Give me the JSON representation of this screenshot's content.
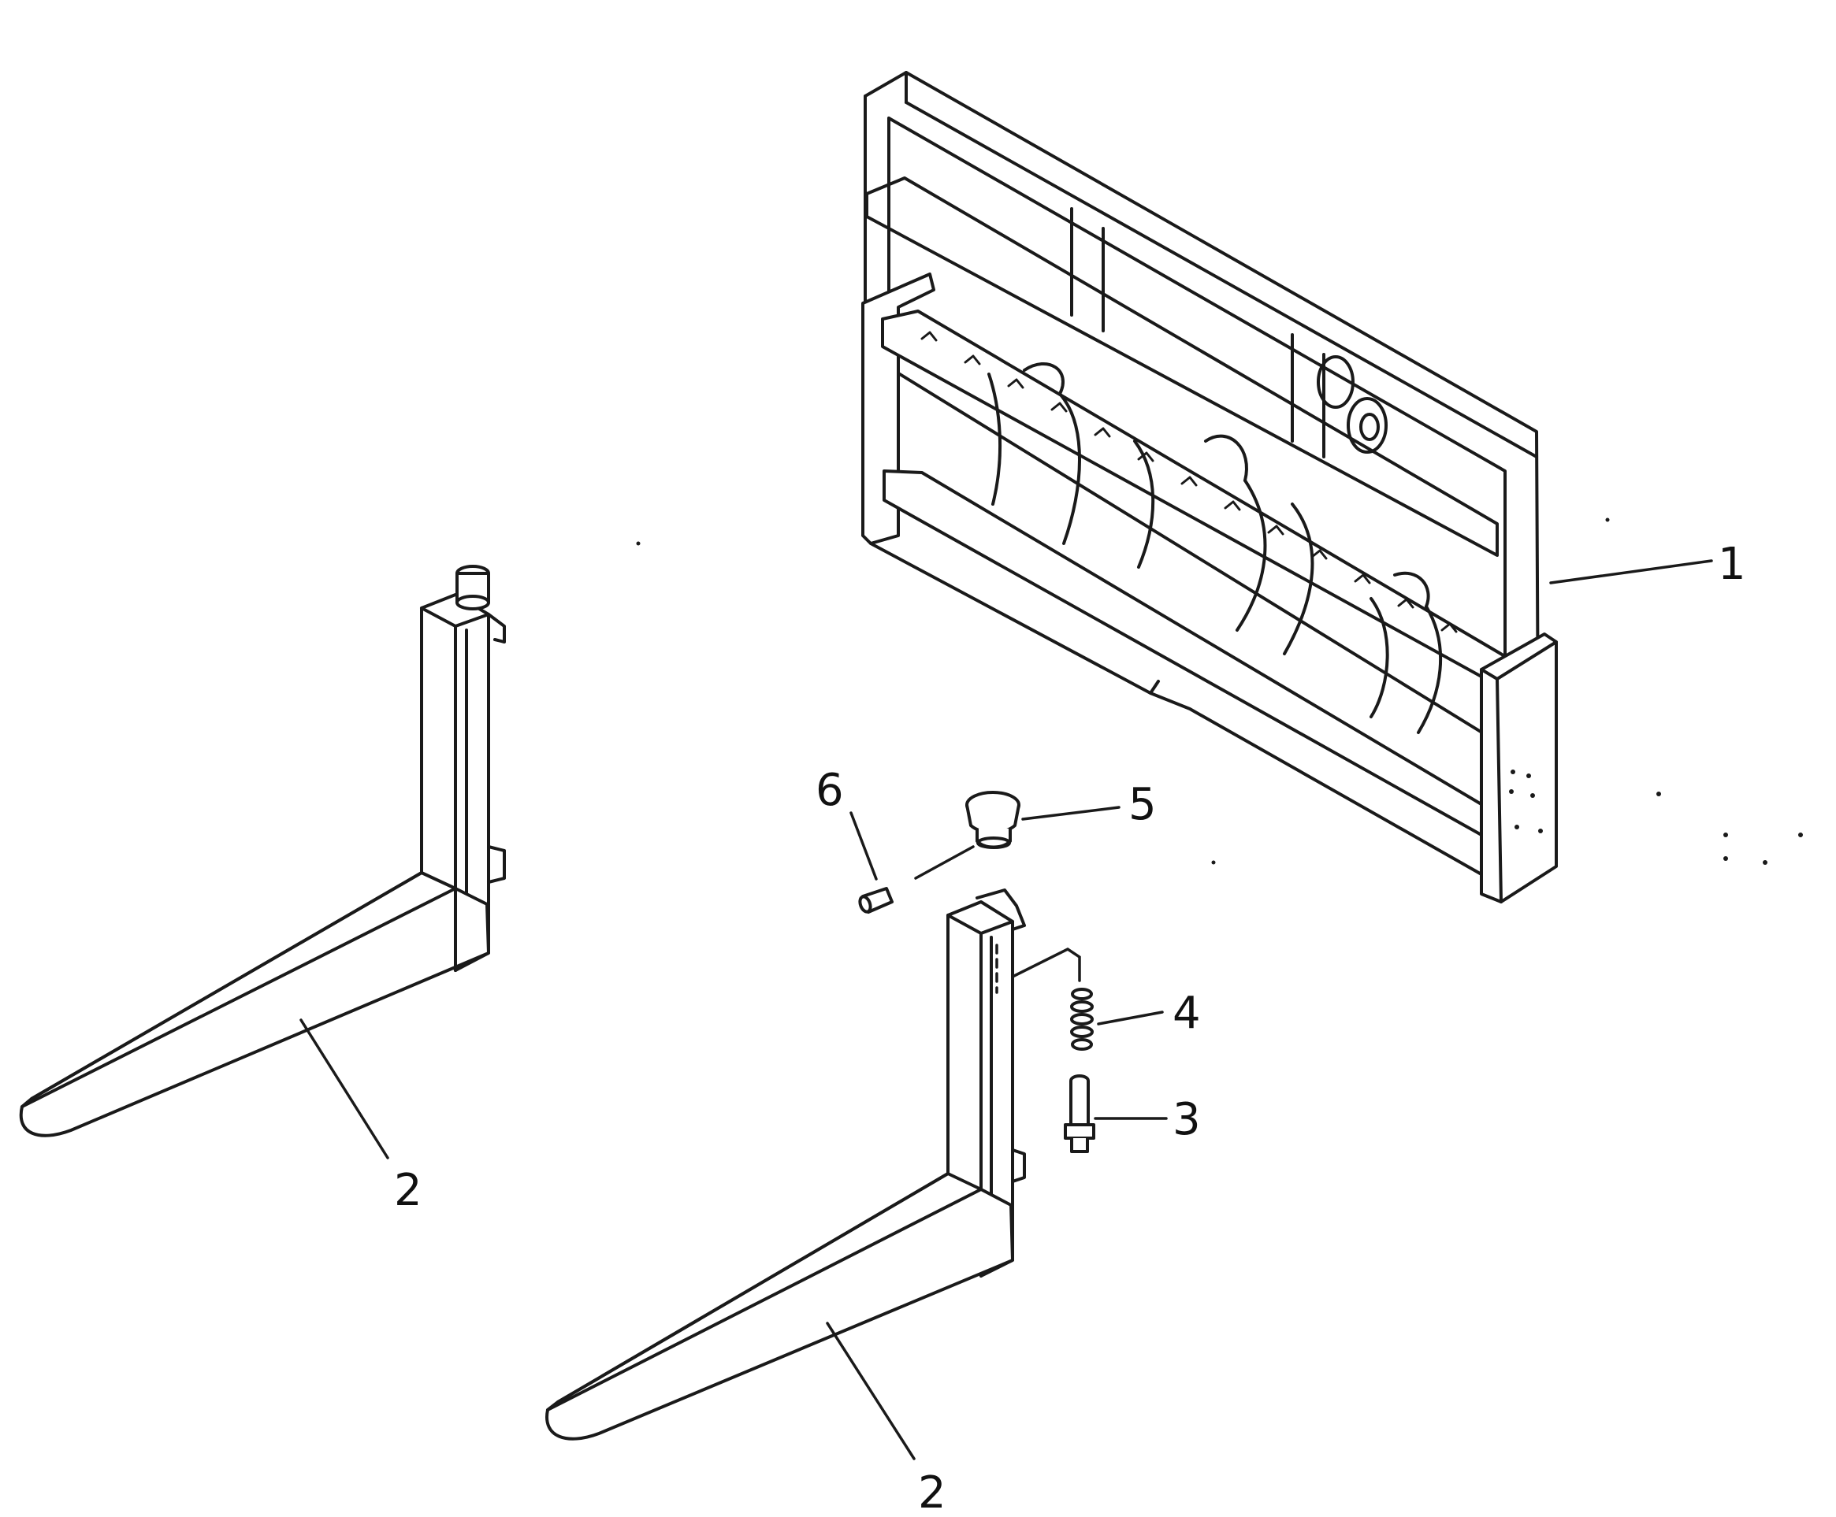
{
  "diagram": {
    "callouts": [
      {
        "id": "carriage",
        "label": "1"
      },
      {
        "id": "fork-left",
        "label": "2"
      },
      {
        "id": "fork-right",
        "label": "2"
      },
      {
        "id": "pin",
        "label": "3"
      },
      {
        "id": "spring",
        "label": "4"
      },
      {
        "id": "knob",
        "label": "5"
      },
      {
        "id": "roll-pin",
        "label": "6"
      }
    ]
  }
}
